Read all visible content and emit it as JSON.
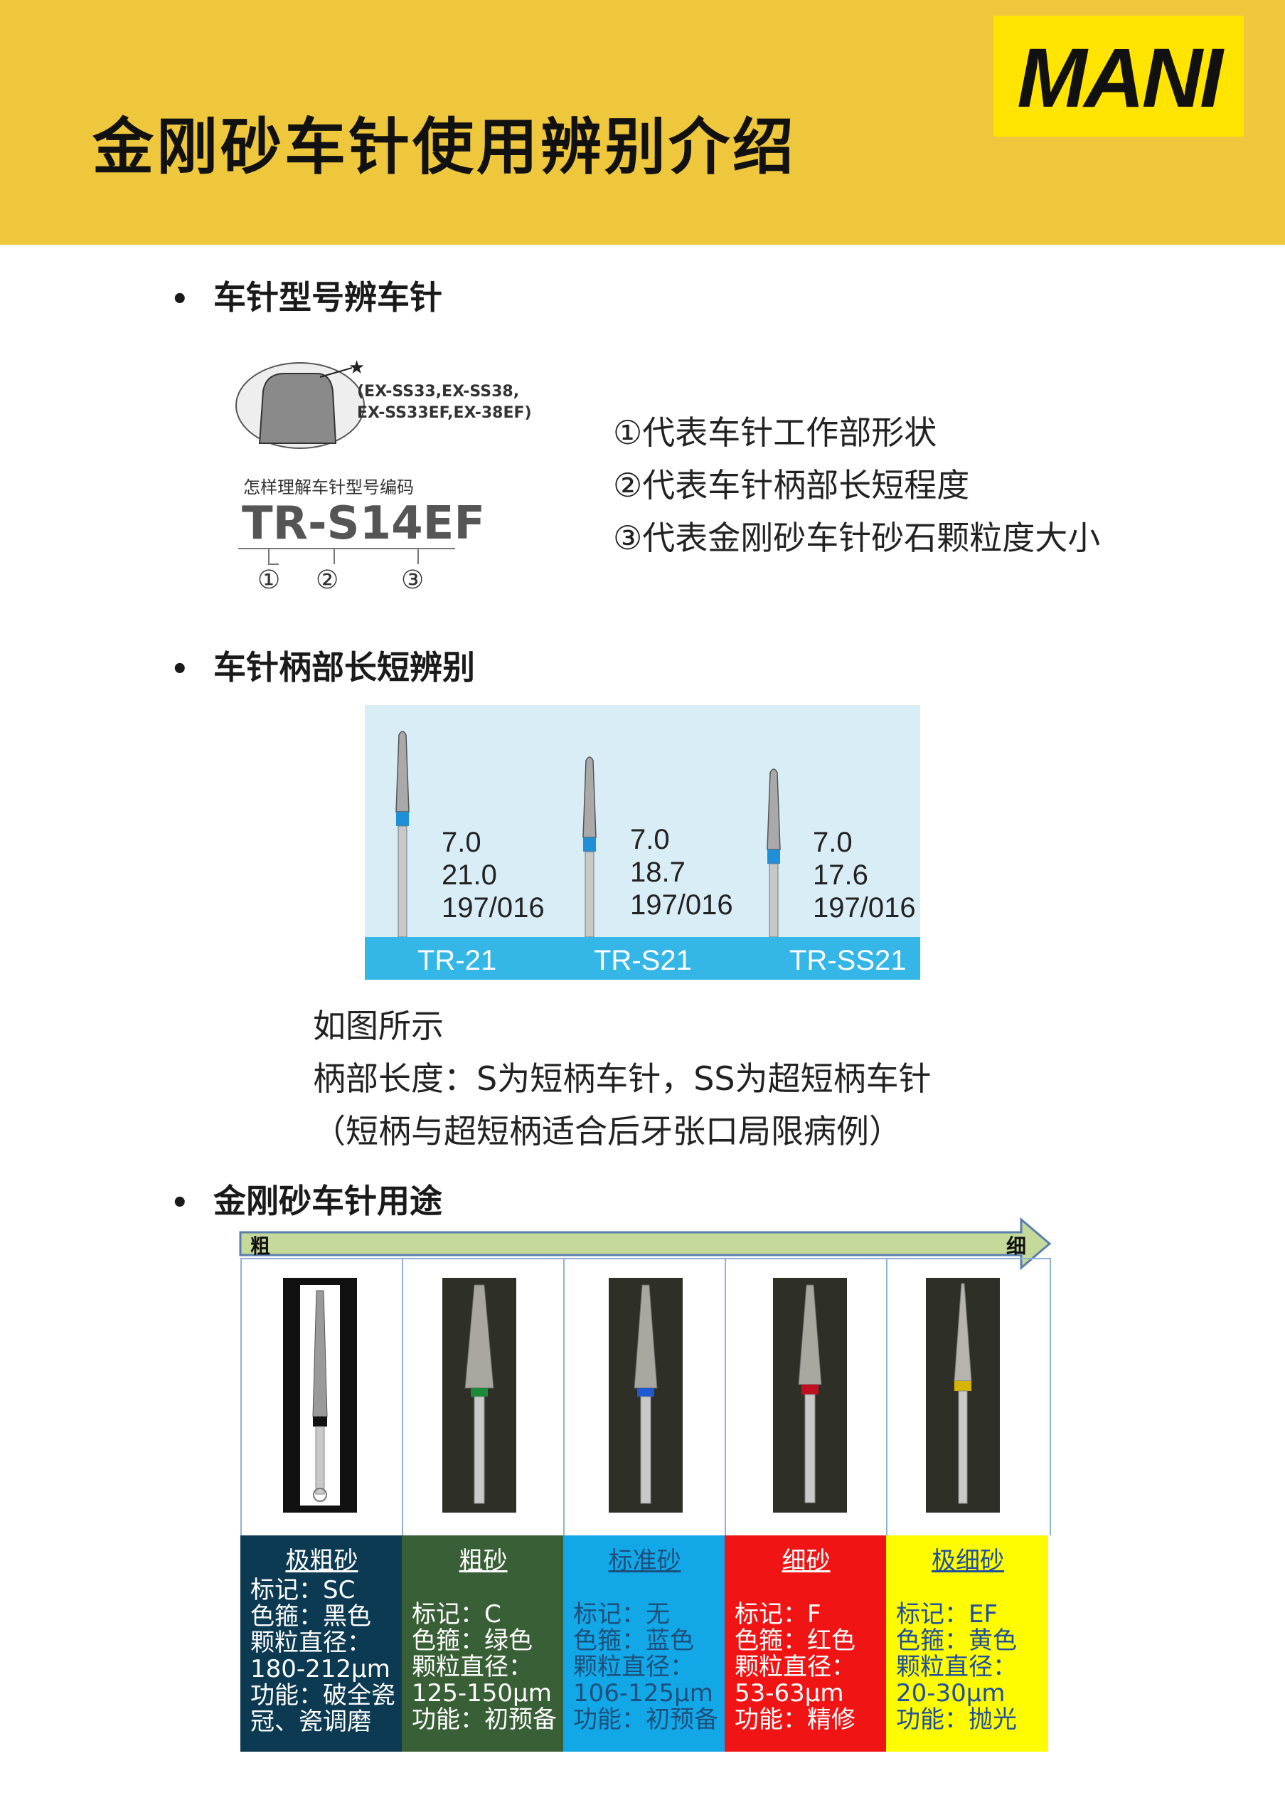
{
  "header": {
    "title": "金刚砂车针使用辨别介绍",
    "logo_text": "MANI",
    "colors": {
      "band": "#eec73d",
      "logo_box": "#ffe400"
    }
  },
  "section1": {
    "heading": "车针型号辨车针",
    "figure": {
      "ref_models_line1": "(EX-SS33,EX-SS38,",
      "ref_models_line2": "EX-SS33EF,EX-38EF)",
      "star": "★",
      "caption": "怎样理解车针型号编码",
      "code": "TR-S14EF",
      "markers": [
        "①",
        "②",
        "③"
      ]
    },
    "notes": [
      "①代表车针工作部形状",
      "②代表车针柄部长短程度",
      "③代表金刚砂车针砂石颗粒度大小"
    ]
  },
  "section2": {
    "heading": "车针柄部长短辨别",
    "burs": [
      {
        "name": "TR-21",
        "spec": [
          "7.0",
          "21.0",
          "197/016"
        ]
      },
      {
        "name": "TR-S21",
        "spec": [
          "7.0",
          "18.7",
          "197/016"
        ]
      },
      {
        "name": "TR-SS21",
        "spec": [
          "7.0",
          "17.6",
          "197/016"
        ]
      }
    ],
    "notes": [
      "如图所示",
      "柄部长度：S为短柄车针，SS为超短柄车针",
      "（短柄与超短柄适合后牙张口局限病例）"
    ]
  },
  "section3": {
    "heading": "金刚砂车针用途",
    "arrow": {
      "left": "粗",
      "right": "细"
    },
    "grits": [
      {
        "title": "极粗砂",
        "lines": [
          "标记：SC",
          "色箍：黑色",
          "颗粒直径：",
          "180-212μm",
          "功能：破全瓷",
          "冠、瓷调磨"
        ],
        "bg": "#0c3a52",
        "fg": "#ffffff",
        "ring": "#111111"
      },
      {
        "title": "粗砂",
        "lines": [
          "标记：C",
          "色箍：绿色",
          "颗粒直径：",
          "125-150μm",
          "功能：初预备"
        ],
        "bg": "#385f35",
        "fg": "#ffffff",
        "ring": "#1d8a3a"
      },
      {
        "title": "标准砂",
        "lines": [
          "标记：无",
          "色箍：蓝色",
          "颗粒直径：",
          "106-125μm",
          "功能：初预备"
        ],
        "bg": "#12a8e8",
        "fg": "#1d4f7a",
        "ring": "#1f5bd0"
      },
      {
        "title": "细砂",
        "lines": [
          "标记：F",
          "色箍：红色",
          "颗粒直径：",
          "53-63μm",
          "功能：精修"
        ],
        "bg": "#f01414",
        "fg": "#ffffff",
        "ring": "#c01020"
      },
      {
        "title": "极细砂",
        "lines": [
          "标记：EF",
          "色箍：黄色",
          "颗粒直径：",
          "20-30μm",
          "功能：抛光"
        ],
        "bg": "#fffc00",
        "fg": "#1f4fa0",
        "ring": "#d7b400"
      }
    ]
  }
}
